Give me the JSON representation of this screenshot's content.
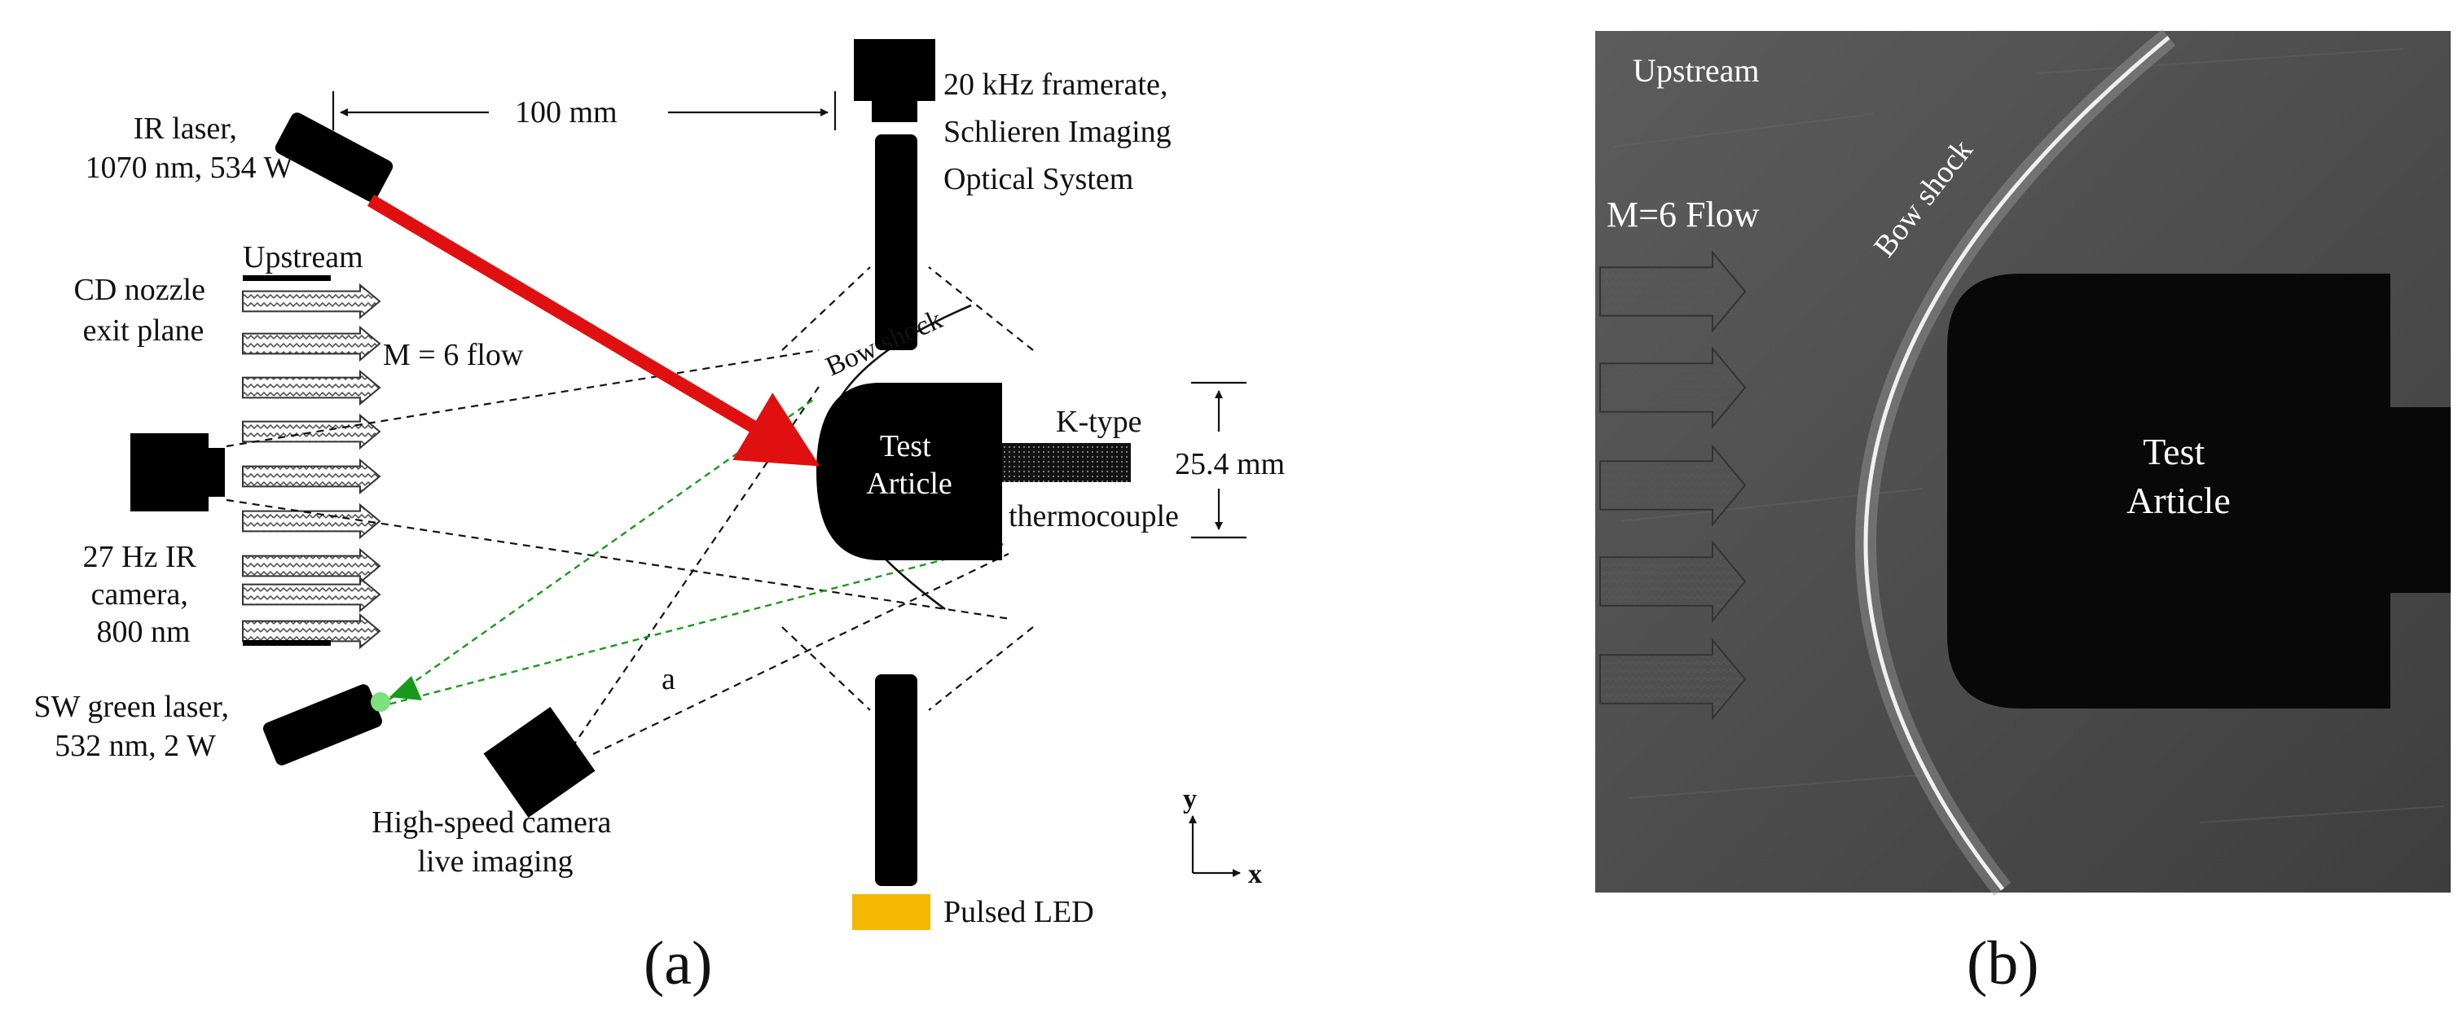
{
  "panel_a": {
    "caption": "(a)",
    "labels": {
      "ir_laser": [
        "IR laser,",
        "1070 nm, 534 W"
      ],
      "distance": "100 mm",
      "schlieren": [
        "20 kHz framerate,",
        "Schlieren Imaging",
        "Optical System"
      ],
      "upstream": "Upstream",
      "nozzle": [
        "CD nozzle",
        "exit plane"
      ],
      "flow": "M = 6 flow",
      "bow_shock": "Bow shock",
      "test_article": [
        "Test",
        "Article"
      ],
      "thermocouple": [
        "K-type",
        "thermocouple"
      ],
      "diameter": "25.4 mm",
      "ir_camera": [
        "27 Hz IR",
        "camera,",
        "800 nm"
      ],
      "green_laser": [
        "SW green laser,",
        "532 nm, 2 W"
      ],
      "point_a": "a",
      "hs_camera": [
        "High-speed camera",
        "live imaging"
      ],
      "led": "Pulsed LED",
      "axis_y": "y",
      "axis_x": "x"
    },
    "colors": {
      "ir_beam": "#e01010",
      "green_beam": "#1a9a1a",
      "led": "#f5b800",
      "device": "#0a0a0a"
    }
  },
  "panel_b": {
    "caption": "(b)",
    "labels": {
      "upstream": "Upstream",
      "flow": "M=6 Flow",
      "bow_shock": "Bow shock",
      "test_article": [
        "Test",
        "Article"
      ]
    }
  }
}
